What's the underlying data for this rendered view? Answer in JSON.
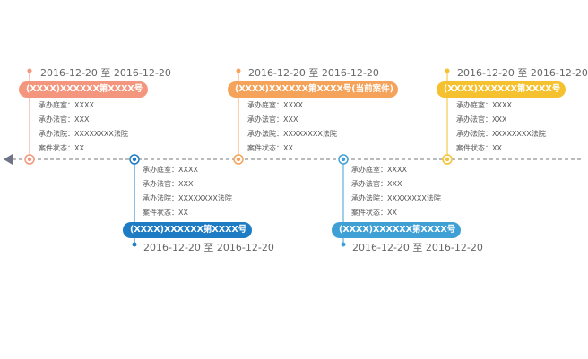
{
  "colors": {
    "salmon": "#F3967D",
    "orange": "#F5A35A",
    "yellow": "#F6C12E",
    "blue_dark": "#1E7CC4",
    "blue_light": "#3FA0D6",
    "axis": "#777777",
    "arrow": "#6F7387"
  },
  "events": [
    {
      "date": "2016-12-20 至 2016-12-20",
      "case_no": "(XXXX)XXXXXX第XXXX号",
      "details": [
        "承办庭室：XXXX",
        "承办法官：XXX",
        "承办法院：XXXXXXXX法院",
        "案件状态：XX"
      ]
    },
    {
      "date": "2016-12-20 至 2016-12-20",
      "case_no": "(XXXX)XXXXXX第XXXX号",
      "details": [
        "承办庭室：XXXX",
        "承办法官：XXX",
        "承办法院：XXXXXXXX法院",
        "案件状态：XX"
      ]
    },
    {
      "date": "2016-12-20 至 2016-12-20",
      "case_no": "(XXXX)XXXXXX第XXXX号(当前案件)",
      "details": [
        "承办庭室：XXXX",
        "承办法官：XXX",
        "承办法院：XXXXXXXX法院",
        "案件状态：XX"
      ]
    },
    {
      "date": "2016-12-20 至 2016-12-20",
      "case_no": "(XXXX)XXXXXX第XXXX号",
      "details": [
        "承办庭室：XXXX",
        "承办法官：XXX",
        "承办法院：XXXXXXXX法院",
        "案件状态：XX"
      ]
    },
    {
      "date": "2016-12-20 至 2016-12-20",
      "case_no": "(XXXX)XXXXXX第XXXX号",
      "details": [
        "承办庭室：XXXX",
        "承办法官：XXX",
        "承办法院：XXXXXXXX法院",
        "案件状态：XX"
      ]
    }
  ]
}
